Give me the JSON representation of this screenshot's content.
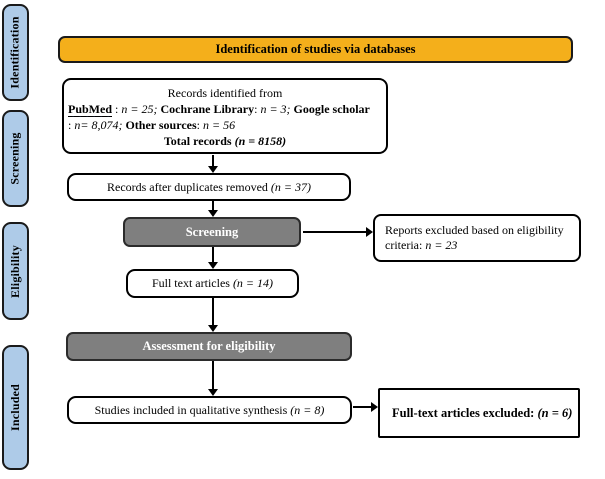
{
  "sidebar": {
    "items": [
      {
        "label": "Identification"
      },
      {
        "label": "Screening"
      },
      {
        "label": "Eligibility"
      },
      {
        "label": "Included"
      }
    ]
  },
  "banner": {
    "label": "Identification of studies via databases"
  },
  "boxes": {
    "records": {
      "title": "Records identified from",
      "line2": [
        {
          "text": "PubMed"
        },
        {
          "text": " : "
        },
        {
          "text": "n = 25;"
        },
        {
          "text": " Cochrane Library"
        },
        {
          "text": ": "
        },
        {
          "text": "n = 3;"
        },
        {
          "text": " Google scholar"
        }
      ],
      "line3": [
        {
          "text": ": "
        },
        {
          "text": "n= 8,074;"
        },
        {
          "text": " Other sources"
        },
        {
          "text": ": "
        },
        {
          "text": "n = 56"
        }
      ],
      "total_prefix": "Total records ",
      "total_n": "(n = 8158)"
    },
    "duplicates": {
      "text": "Records after duplicates removed ",
      "n": "(n = 37)"
    },
    "screening": {
      "label": "Screening"
    },
    "reports_excluded": {
      "line1": "Reports excluded based on eligibility",
      "line2_prefix": "criteria: ",
      "line2_n": "n = 23"
    },
    "full_text": {
      "text": "Full text articles ",
      "n": "(n = 14)"
    },
    "assessment": {
      "label": "Assessment for eligibility"
    },
    "qualitative": {
      "text": "Studies included in qualitative synthesis ",
      "n": "(n = 8)"
    },
    "full_text_excluded": {
      "text": "Full-text articles excluded: ",
      "n": "(n = 6)"
    }
  },
  "colors": {
    "banner_fill": "#F4AF1B",
    "sidebar_fill": "#AECBE8",
    "stage_fill": "#7F7F7F",
    "stage_text": "#FFFFFF",
    "border": "#000000",
    "background": "#FFFFFF"
  }
}
